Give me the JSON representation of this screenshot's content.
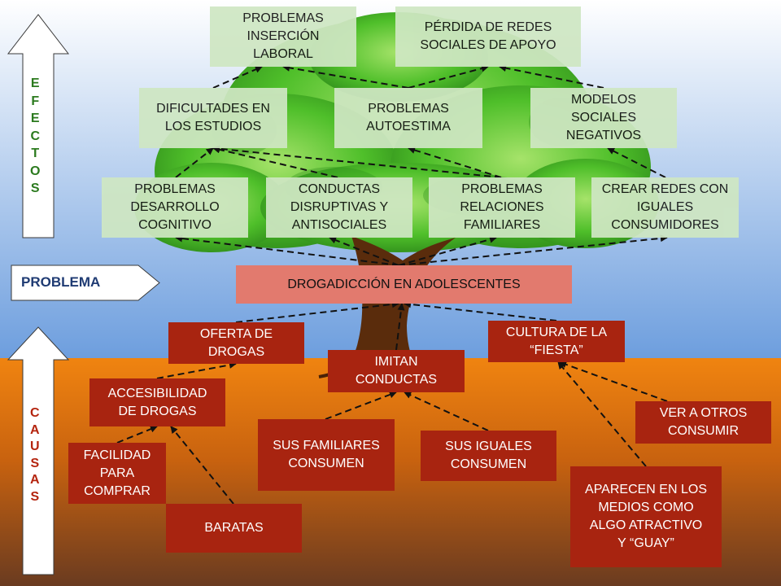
{
  "side_labels": {
    "efectos": "EFECTOS",
    "causas": "CAUSAS",
    "problema": "PROBLEMA"
  },
  "effects": [
    {
      "id": "insercion",
      "label": "PROBLEMAS\nINSERCIÓN\nLABORAL"
    },
    {
      "id": "redes_apoyo",
      "label": "PÉRDIDA DE REDES\nSOCIALES DE APOYO"
    },
    {
      "id": "estudios",
      "label": "DIFICULTADES EN\nLOS ESTUDIOS"
    },
    {
      "id": "autoestima",
      "label": "PROBLEMAS\nAUTOESTIMA"
    },
    {
      "id": "modelos",
      "label": "MODELOS\nSOCIALES\nNEGATIVOS"
    },
    {
      "id": "cognitivo",
      "label": "PROBLEMAS\nDESARROLLO\nCOGNITIVO"
    },
    {
      "id": "disruptivas",
      "label": "CONDUCTAS\nDISRUPTIVAS Y\nANTISOCIALES"
    },
    {
      "id": "familiares",
      "label": "PROBLEMAS\nRELACIONES\nFAMILIARES"
    },
    {
      "id": "redes_iguales",
      "label": "CREAR REDES CON\nIGUALES\nCONSUMIDORES"
    }
  ],
  "problem": {
    "id": "problema",
    "label": "DROGADICCIÓN EN ADOLESCENTES"
  },
  "causes": [
    {
      "id": "oferta",
      "label": "OFERTA DE\nDROGAS"
    },
    {
      "id": "cultura",
      "label": "CULTURA DE LA\n“FIESTA”"
    },
    {
      "id": "imitan",
      "label": "IMITAN\nCONDUCTAS"
    },
    {
      "id": "accesibilidad",
      "label": "ACCESIBILIDAD\nDE DROGAS"
    },
    {
      "id": "ver_otros",
      "label": "VER A OTROS\nCONSUMIR"
    },
    {
      "id": "sus_familiares",
      "label": "SUS FAMILIARES\nCONSUMEN"
    },
    {
      "id": "sus_iguales",
      "label": "SUS IGUALES\nCONSUMEN"
    },
    {
      "id": "facilidad",
      "label": "FACILIDAD\nPARA\nCOMPRAR"
    },
    {
      "id": "baratas",
      "label": "BARATAS"
    },
    {
      "id": "medios",
      "label": "APARECEN EN LOS\nMEDIOS COMO\nALGO ATRACTIVO\nY “GUAY”"
    }
  ],
  "edges": [
    {
      "from": "problema",
      "to": "cognitivo"
    },
    {
      "from": "problema",
      "to": "disruptivas"
    },
    {
      "from": "problema",
      "to": "familiares"
    },
    {
      "from": "problema",
      "to": "redes_iguales"
    },
    {
      "from": "cognitivo",
      "to": "estudios"
    },
    {
      "from": "disruptivas",
      "to": "estudios"
    },
    {
      "from": "familiares",
      "to": "estudios"
    },
    {
      "from": "familiares",
      "to": "autoestima"
    },
    {
      "from": "redes_iguales",
      "to": "modelos"
    },
    {
      "from": "estudios",
      "to": "insercion"
    },
    {
      "from": "autoestima",
      "to": "insercion"
    },
    {
      "from": "autoestima",
      "to": "redes_apoyo"
    },
    {
      "from": "modelos",
      "to": "redes_apoyo"
    },
    {
      "from": "oferta",
      "to": "problema"
    },
    {
      "from": "cultura",
      "to": "problema"
    },
    {
      "from": "imitan",
      "to": "problema"
    },
    {
      "from": "accesibilidad",
      "to": "oferta"
    },
    {
      "from": "facilidad",
      "to": "accesibilidad"
    },
    {
      "from": "baratas",
      "to": "accesibilidad"
    },
    {
      "from": "sus_familiares",
      "to": "imitan"
    },
    {
      "from": "sus_iguales",
      "to": "imitan"
    },
    {
      "from": "ver_otros",
      "to": "cultura"
    },
    {
      "from": "medios",
      "to": "cultura"
    }
  ],
  "colors": {
    "sky_top": "#ffffff",
    "sky_bottom": "#6d9ede",
    "ground_top": "#f08410",
    "ground_bottom": "#6a3b20",
    "effect_box": "#cfe7c3",
    "cause_box": "#a82410",
    "problem_box": "#e27a6e",
    "foliage": "#4fbf2a",
    "trunk": "#5a2c0c"
  }
}
